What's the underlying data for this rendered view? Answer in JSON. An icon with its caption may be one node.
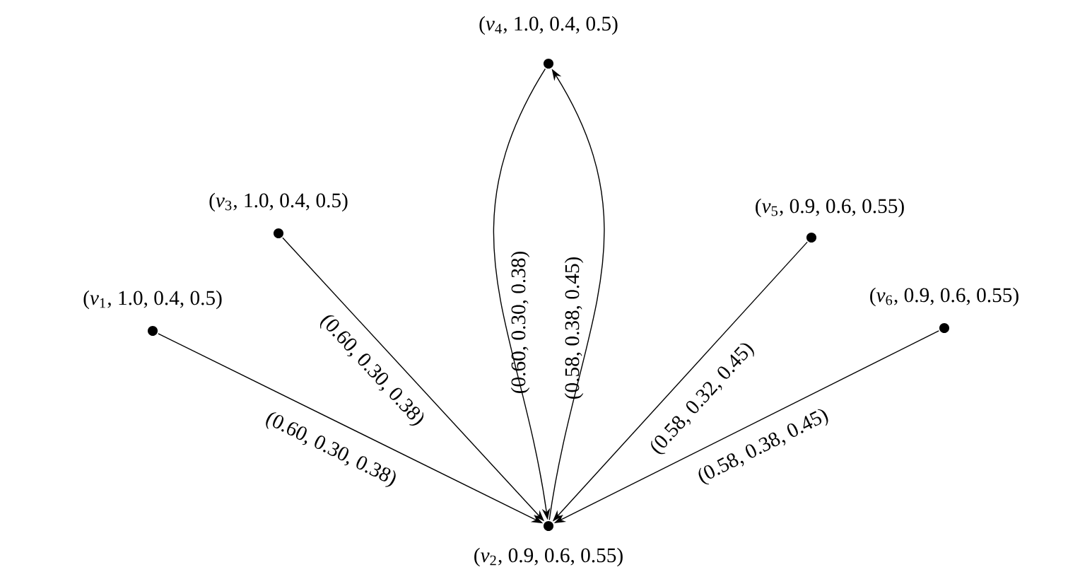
{
  "diagram": {
    "nodes": [
      {
        "text": [
          "(*v*$_{1}$, 1.0, 0.4, 0.5)"
        ]
      },
      {
        "text": [
          "(*v*$_{2}$, 0.9, 0.6, 0.55)"
        ]
      },
      {
        "text": [
          "(*v*$_{3}$, 1.0, 0.4, 0.5)"
        ]
      },
      {
        "text": [
          "(*v*$_{4}$, 1.0, 0.4, 0.5)"
        ]
      },
      {
        "text": [
          "(*v*$_{5}$, 0.9, 0.6, 0.55)"
        ]
      },
      {
        "text": [
          "(*v*$_{6}$, 0.9, 0.6, 0.55)"
        ]
      }
    ],
    "edges": [
      {
        "from": 0,
        "to": 1,
        "arrow": "to",
        "label": "(0.60, 0.30, 0.38)"
      },
      {
        "from": 2,
        "to": 1,
        "arrow": "to",
        "label": "(0.60, 0.30, 0.38)"
      },
      {
        "from": 3,
        "to": 1,
        "arrow": "to",
        "label": "(0.60, 0.30, 0.38)"
      },
      {
        "from": 1,
        "to": 3,
        "arrow": "to",
        "label": "(0.58, 0.38, 0.45)"
      },
      {
        "from": 4,
        "to": 1,
        "arrow": "to",
        "label": "(0.58, 0.32, 0.45)"
      },
      {
        "from": 5,
        "to": 1,
        "arrow": "to",
        "label": "(0.58, 0.38, 0.45)"
      }
    ]
  }
}
